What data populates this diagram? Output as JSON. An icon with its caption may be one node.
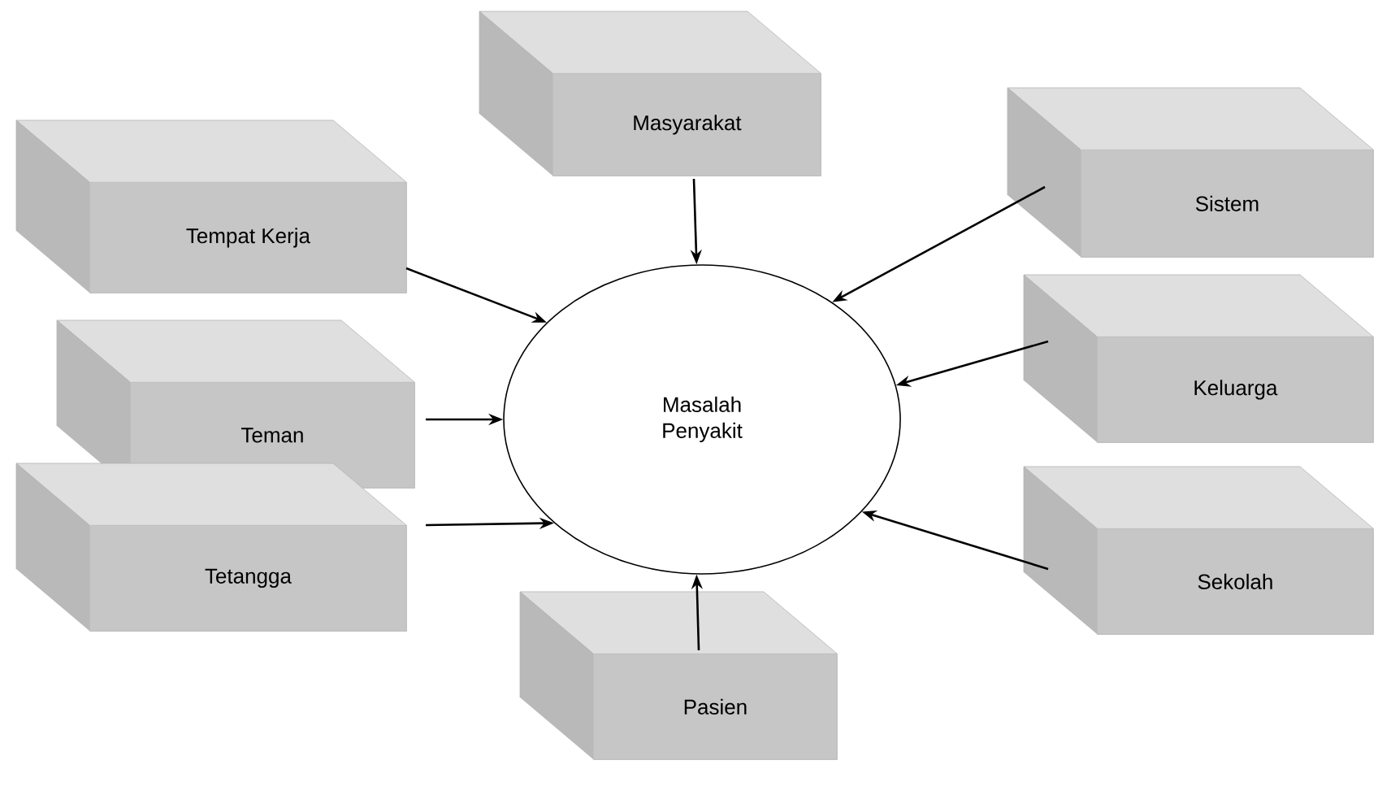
{
  "diagram": {
    "nodes": [
      {
        "text": [
          "Masyarakat"
        ]
      },
      {
        "text": [
          "Tempat Kerja"
        ]
      },
      {
        "text": [
          "Sistem"
        ]
      },
      {
        "text": [
          "Masalah Penyakit"
        ]
      },
      {
        "text": [
          "Teman"
        ]
      },
      {
        "text": [
          "Keluarga"
        ]
      },
      {
        "text": [
          "Tetangga"
        ]
      },
      {
        "text": [
          "Sekolah"
        ]
      },
      {
        "text": [
          "Pasien"
        ]
      }
    ],
    "edges": [
      {
        "from": 0,
        "to": 3,
        "arrow": "to"
      },
      {
        "from": 1,
        "to": 3,
        "arrow": "to"
      },
      {
        "from": 2,
        "to": 3,
        "arrow": "to"
      },
      {
        "from": 4,
        "to": 3,
        "arrow": "to"
      },
      {
        "from": 5,
        "to": 3,
        "arrow": "to"
      },
      {
        "from": 6,
        "to": 3,
        "arrow": "to"
      },
      {
        "from": 7,
        "to": 3,
        "arrow": "to"
      },
      {
        "from": 8,
        "to": 3,
        "arrow": "to"
      }
    ]
  }
}
